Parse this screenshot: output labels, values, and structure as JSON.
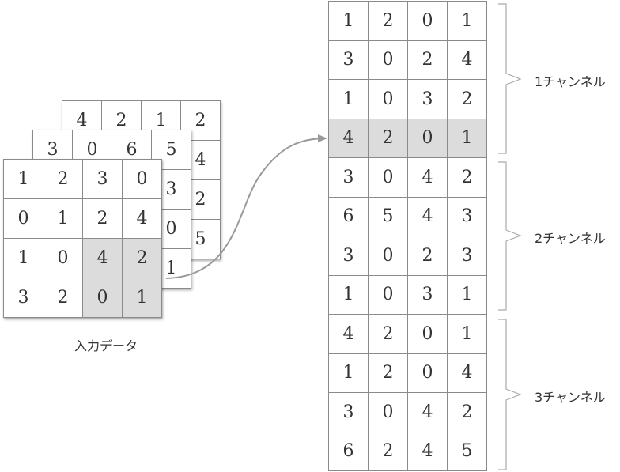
{
  "input_layers": [
    {
      "cells": [
        [
          "4",
          "2",
          "1",
          "2"
        ],
        [
          "",
          "",
          "",
          "4"
        ],
        [
          "",
          "",
          "",
          "2"
        ],
        [
          "",
          "",
          "",
          "5"
        ]
      ],
      "highlight": []
    },
    {
      "cells": [
        [
          "3",
          "0",
          "6",
          "5"
        ],
        [
          "",
          "",
          "",
          "3"
        ],
        [
          "",
          "",
          "",
          "0"
        ],
        [
          "",
          "",
          "",
          "1"
        ]
      ],
      "highlight": []
    },
    {
      "cells": [
        [
          "1",
          "2",
          "3",
          "0"
        ],
        [
          "0",
          "1",
          "2",
          "4"
        ],
        [
          "1",
          "0",
          "4",
          "2"
        ],
        [
          "3",
          "2",
          "0",
          "1"
        ]
      ],
      "highlight": [
        [
          2,
          2
        ],
        [
          2,
          3
        ],
        [
          3,
          2
        ],
        [
          3,
          3
        ]
      ]
    }
  ],
  "input_label": "入力データ",
  "output_rows": [
    [
      "1",
      "2",
      "0",
      "1"
    ],
    [
      "3",
      "0",
      "2",
      "4"
    ],
    [
      "1",
      "0",
      "3",
      "2"
    ],
    [
      "4",
      "2",
      "0",
      "1"
    ],
    [
      "3",
      "0",
      "4",
      "2"
    ],
    [
      "6",
      "5",
      "4",
      "3"
    ],
    [
      "3",
      "0",
      "2",
      "3"
    ],
    [
      "1",
      "0",
      "3",
      "1"
    ],
    [
      "4",
      "2",
      "0",
      "1"
    ],
    [
      "1",
      "2",
      "0",
      "4"
    ],
    [
      "3",
      "0",
      "4",
      "2"
    ],
    [
      "6",
      "2",
      "4",
      "5"
    ]
  ],
  "output_highlight_row": 3,
  "channel_labels": [
    "1チャンネル",
    "2チャンネル",
    "3チャンネル"
  ],
  "colors": {
    "highlight": "#dcdcdc",
    "border": "#8a8a8a",
    "arrow": "#999999"
  }
}
